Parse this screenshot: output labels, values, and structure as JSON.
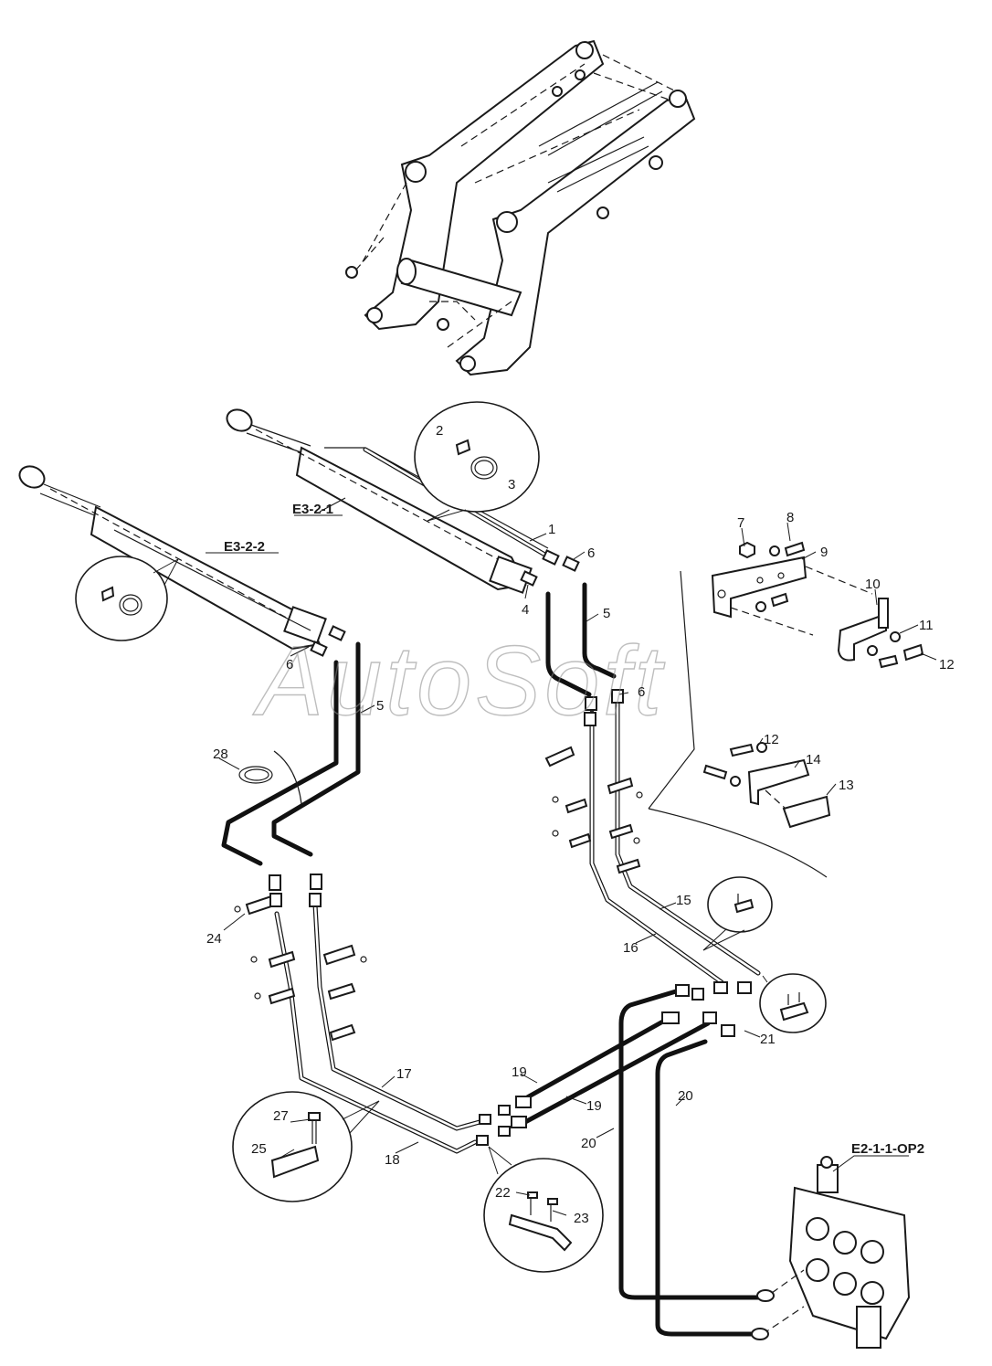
{
  "watermark": "AutoSoft",
  "references": {
    "r1": "E3-2-1",
    "r2": "E3-2-2",
    "r3": "E2-1-1-OP2"
  },
  "callouts": {
    "n1": "1",
    "n2": "2",
    "n3": "3",
    "n4": "4",
    "n5a": "5",
    "n5b": "5",
    "n6a": "6",
    "n6b": "6",
    "n6c": "6",
    "n7": "7",
    "n8": "8",
    "n9": "9",
    "n10": "10",
    "n11": "11",
    "n12a": "12",
    "n12b": "12",
    "n13": "13",
    "n14": "14",
    "n15": "15",
    "n16": "16",
    "n17": "17",
    "n18": "18",
    "n19a": "19",
    "n19b": "19",
    "n20a": "20",
    "n20b": "20",
    "n21": "21",
    "n22": "22",
    "n23": "23",
    "n24": "24",
    "n25": "25",
    "n27": "27",
    "n28": "28"
  },
  "colors": {
    "ink": "#1a1a1a",
    "watermark": "#8a8a8a",
    "background": "#ffffff"
  }
}
